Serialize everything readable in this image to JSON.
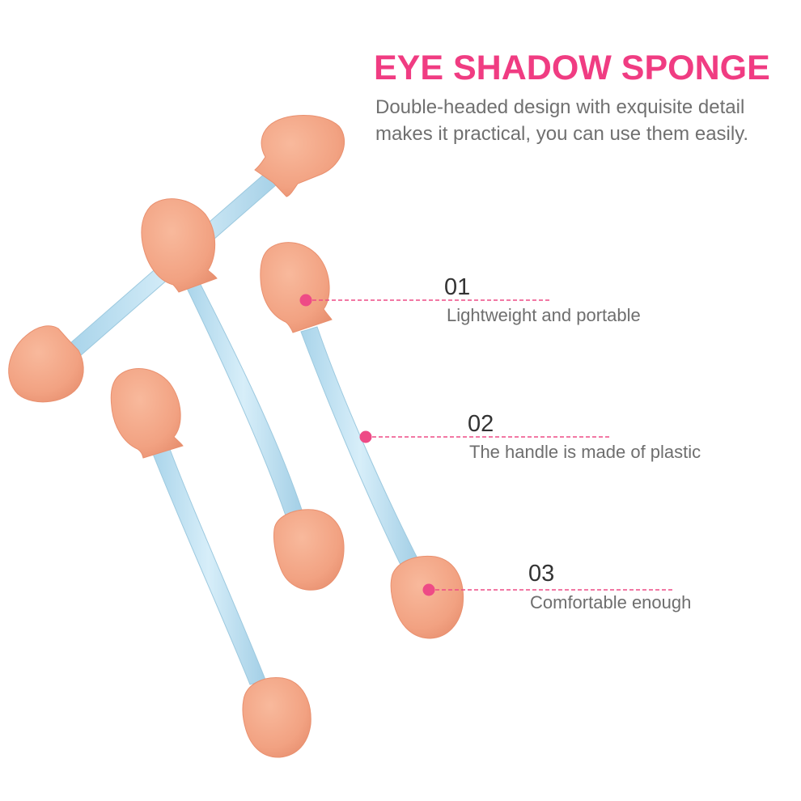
{
  "header": {
    "title": "EYE SHADOW SPONGE",
    "subtitle": "Double-headed design with exquisite detail makes it practical, you can use them easily."
  },
  "features": [
    {
      "number": "01",
      "text": "Lightweight and portable"
    },
    {
      "number": "02",
      "text": "The handle is made of plastic"
    },
    {
      "number": "03",
      "text": "Comfortable enough"
    }
  ],
  "colors": {
    "title": "#f03c82",
    "callout": "#ee4b86",
    "sponge": "#f4a888",
    "handle": "#bfe0f0"
  },
  "icons": [
    "eye-shadow-sponge-applicator"
  ]
}
